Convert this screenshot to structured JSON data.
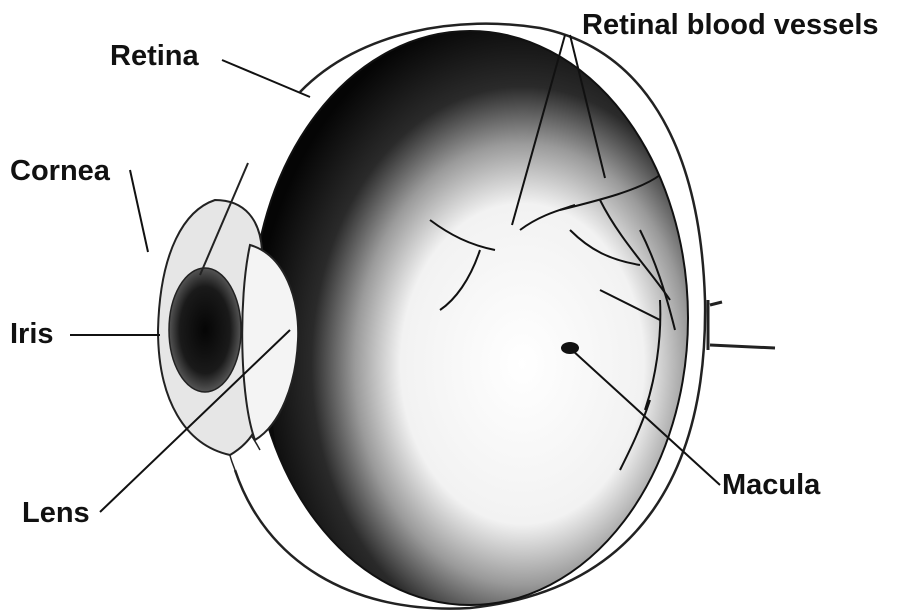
{
  "labels": {
    "retina": "Retina",
    "retinal_blood_vessels": "Retinal blood vessels",
    "cornea": "Cornea",
    "iris": "Iris",
    "lens": "Lens",
    "macula": "Macula"
  },
  "colors": {
    "ink": "#111111",
    "paper": "#ffffff"
  }
}
